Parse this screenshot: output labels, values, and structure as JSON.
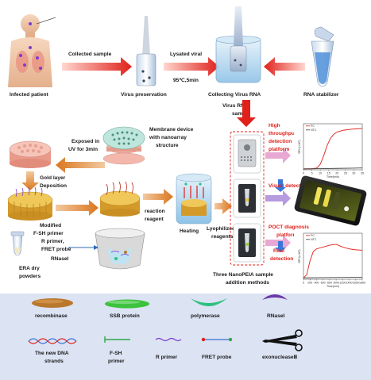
{
  "flow": {
    "infected_patient": "Infected patient",
    "collected_sample": "Collected sample",
    "virus_preservation": "Virus preservation",
    "lysated_viral": "Lysated viral",
    "lysis_condition": "95℃,5min",
    "collecting_virus_rna": "Collecting Virus RNA",
    "rna_stabilizer": "RNA stabilizer",
    "virus_rna_sample_1": "Virus RNA",
    "virus_rna_sample_2": "sample",
    "membrane_device_1": "Membrane device",
    "membrane_device_2": "with nanoarray",
    "membrane_device_3": "structure",
    "exposed_uv_1": "Exposed in",
    "exposed_uv_2": "UV for 3min",
    "gold_layer_1": "Gold layer",
    "gold_layer_2": "Deposition",
    "modified_fsh_1": "Modified",
    "modified_fsh_2": "F-SH primer",
    "reaction_reagent_1": "reaction",
    "reaction_reagent_2": "reagent",
    "heating": "Heating",
    "lyophilized_1": "Lyophilized",
    "lyophilized_2": "reagents",
    "r_primer_fret_1": "R primer,",
    "r_primer_fret_2": "FRET probe",
    "rnasel_mix": "RNaseI",
    "era_dry_1": "ERA dry",
    "era_dry_2": "powders",
    "three_methods_1": "Three NanoPEIA sample",
    "three_methods_2": "addition methods"
  },
  "platforms": {
    "high_throughput_1": "High",
    "high_throughput_2": "throughput",
    "high_throughput_3": "detection",
    "high_throughput_4": "platform",
    "visual_detection": "Visual detection",
    "poct_1": "POCT diagnosis",
    "poct_2": "platform",
    "real_detection_1": "Real",
    "real_detection_2": "detection"
  },
  "charts": {
    "legend_pc": "PC",
    "legend_ntc": "NTC",
    "xlabel": "Time(min)",
    "ylabel": "RFU(×10³)"
  },
  "chart_data": [
    {
      "type": "line",
      "xlabel": "Time(min)",
      "ylabel": "RFU(×10³)",
      "xlim": [
        0,
        35
      ],
      "ylim": [
        0,
        10
      ],
      "x_ticks": [
        "0",
        "5",
        "10",
        "15",
        "20",
        "25",
        "30",
        "35"
      ],
      "series": [
        {
          "name": "PC",
          "x": [
            0,
            5,
            8,
            10,
            12,
            14,
            16,
            18,
            20,
            24,
            28,
            32,
            35
          ],
          "y": [
            0.2,
            0.2,
            0.4,
            1.2,
            3.0,
            5.2,
            6.8,
            7.7,
            8.2,
            8.6,
            8.8,
            8.9,
            9.0
          ]
        },
        {
          "name": "NTC",
          "x": [
            0,
            10,
            20,
            30,
            35
          ],
          "y": [
            0.2,
            0.25,
            0.3,
            0.35,
            0.4
          ]
        }
      ]
    },
    {
      "type": "line",
      "xlabel": "Time(min)",
      "ylabel": "RFU(×10³)",
      "xlim": [
        0,
        1800
      ],
      "ylim": [
        0,
        10
      ],
      "x_ticks": [
        "0",
        "200",
        "400",
        "600",
        "800",
        "1000",
        "1200",
        "1400",
        "1600",
        "1800"
      ],
      "series": [
        {
          "name": "PC",
          "x": [
            0,
            100,
            200,
            300,
            400,
            600,
            800,
            1000,
            1200,
            1400,
            1600,
            1800
          ],
          "y": [
            0.3,
            1.0,
            4.0,
            6.0,
            6.6,
            7.0,
            7.4,
            7.6,
            7.0,
            6.6,
            6.4,
            6.3
          ]
        },
        {
          "name": "NTC",
          "x": [
            0,
            600,
            1200,
            1800
          ],
          "y": [
            0.3,
            0.35,
            0.4,
            0.45
          ]
        }
      ]
    }
  ],
  "legend": {
    "recombinase": "recombinase",
    "ssb_protein": "SSB protein",
    "polymerase": "polymerase",
    "rnasel": "RNaseI",
    "new_dna_1": "The new DNA",
    "new_dna_2": "strands",
    "fsh_primer_1": "F-SH",
    "fsh_primer_2": "primer",
    "r_primer": "R primer",
    "fret_probe": "FRET probe",
    "exonuclease": "exonucleaseⅢ"
  },
  "colors": {
    "arrow_red": "#e0201a",
    "arrow_orange": "#d9761e",
    "legend_panel": "#dce3f3",
    "recombinase": "#b9782e",
    "ssb_protein": "#3cc23c",
    "polymerase": "#2ec07e",
    "rnasel": "#6b3aa8",
    "gold": "#e7b23a",
    "pink": "#f1b4a6"
  }
}
